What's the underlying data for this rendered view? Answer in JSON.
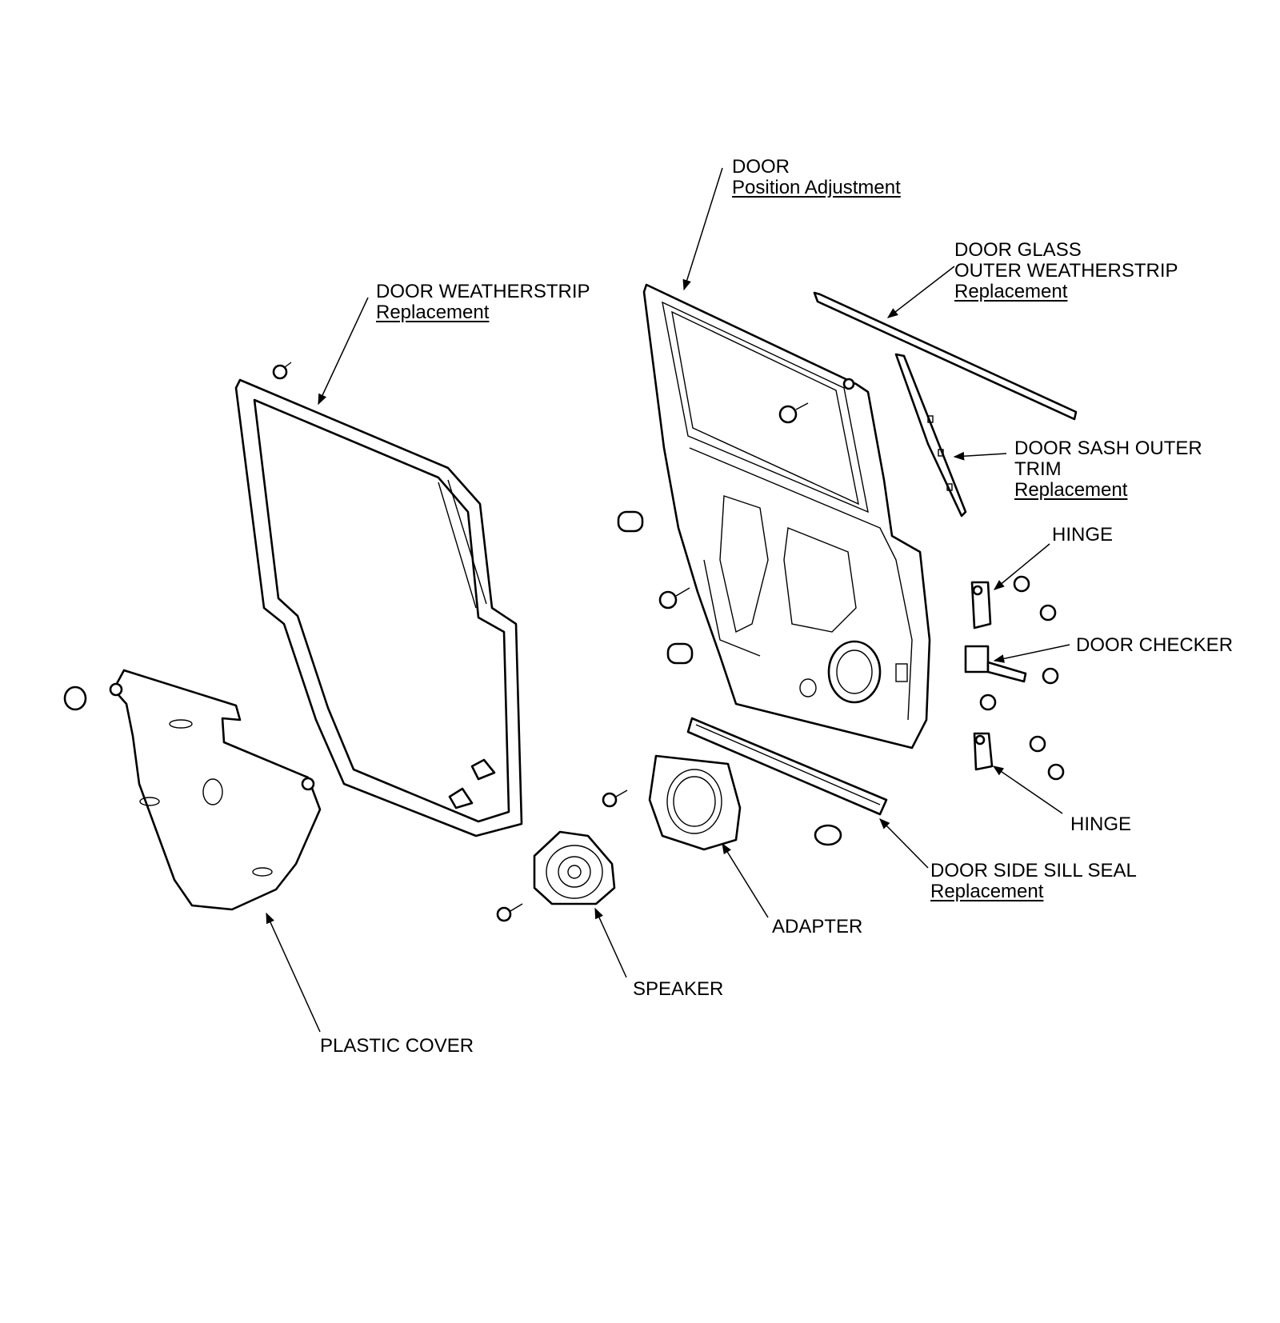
{
  "labels": {
    "door": {
      "name": "DOOR",
      "link": "Position Adjustment"
    },
    "glass_weatherstrip": {
      "line1": "DOOR GLASS",
      "line2": "OUTER WEATHERSTRIP",
      "link": "Replacement"
    },
    "door_weatherstrip": {
      "name": "DOOR WEATHERSTRIP",
      "link": "Replacement"
    },
    "sash_trim": {
      "line1": "DOOR SASH OUTER",
      "line2": "TRIM",
      "link": "Replacement"
    },
    "hinge_upper": "HINGE",
    "door_checker": "DOOR CHECKER",
    "hinge_lower": "HINGE",
    "sill_seal": {
      "name": "DOOR SIDE SILL SEAL",
      "link": "Replacement"
    },
    "adapter": "ADAPTER",
    "speaker": "SPEAKER",
    "plastic_cover": "PLASTIC COVER"
  }
}
